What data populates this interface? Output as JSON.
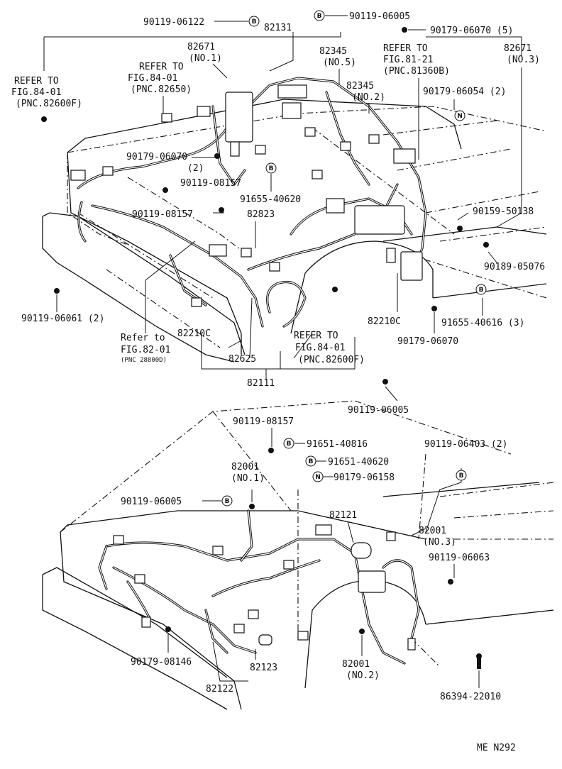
{
  "labels": {
    "top": [
      "90119-06122",
      "82131",
      "90119-06005",
      "90179-06070 (5)",
      "82671",
      "(NO.1)",
      "REFER TO",
      "FIG.84-01",
      "(PNC.82650)",
      "82345",
      "(NO.5)",
      "82345",
      "(NO.2)",
      "REFER TO",
      "FIG.81-21",
      "(PNC.81360B)",
      "82671",
      "(NO.3)",
      "REFER TO",
      "FIG.84-01",
      "(PNC.82600F)",
      "90179-06054 (2)",
      "90179-06070",
      "(2)",
      "90119-08157",
      "91655-40620",
      "90119-08157",
      "82823",
      "90159-50138",
      "90189-05076",
      "90119-06061 (2)",
      "91655-40616 (3)",
      "82210C",
      "90179-06070",
      "Refer to",
      "FIG.82-01",
      "(PNC 28800D)",
      "82210C",
      "82625",
      "REFER TO",
      "FIG.84-01",
      "(PNC.82600F)",
      "82111",
      "90119-06005"
    ],
    "bottom": [
      "90119-08157",
      "91651-40816",
      "91651-40620",
      "90119-06403 (2)",
      "82001",
      "(NO.1)",
      "90179-06158",
      "90119-06005",
      "82121",
      "82001",
      "(NO.3)",
      "90119-06063",
      "90179-08146",
      "82123",
      "82001",
      "(NO.2)",
      "82122",
      "86394-22010"
    ],
    "code": "ME  N292"
  },
  "badges": {
    "b": "B",
    "n": "N"
  }
}
